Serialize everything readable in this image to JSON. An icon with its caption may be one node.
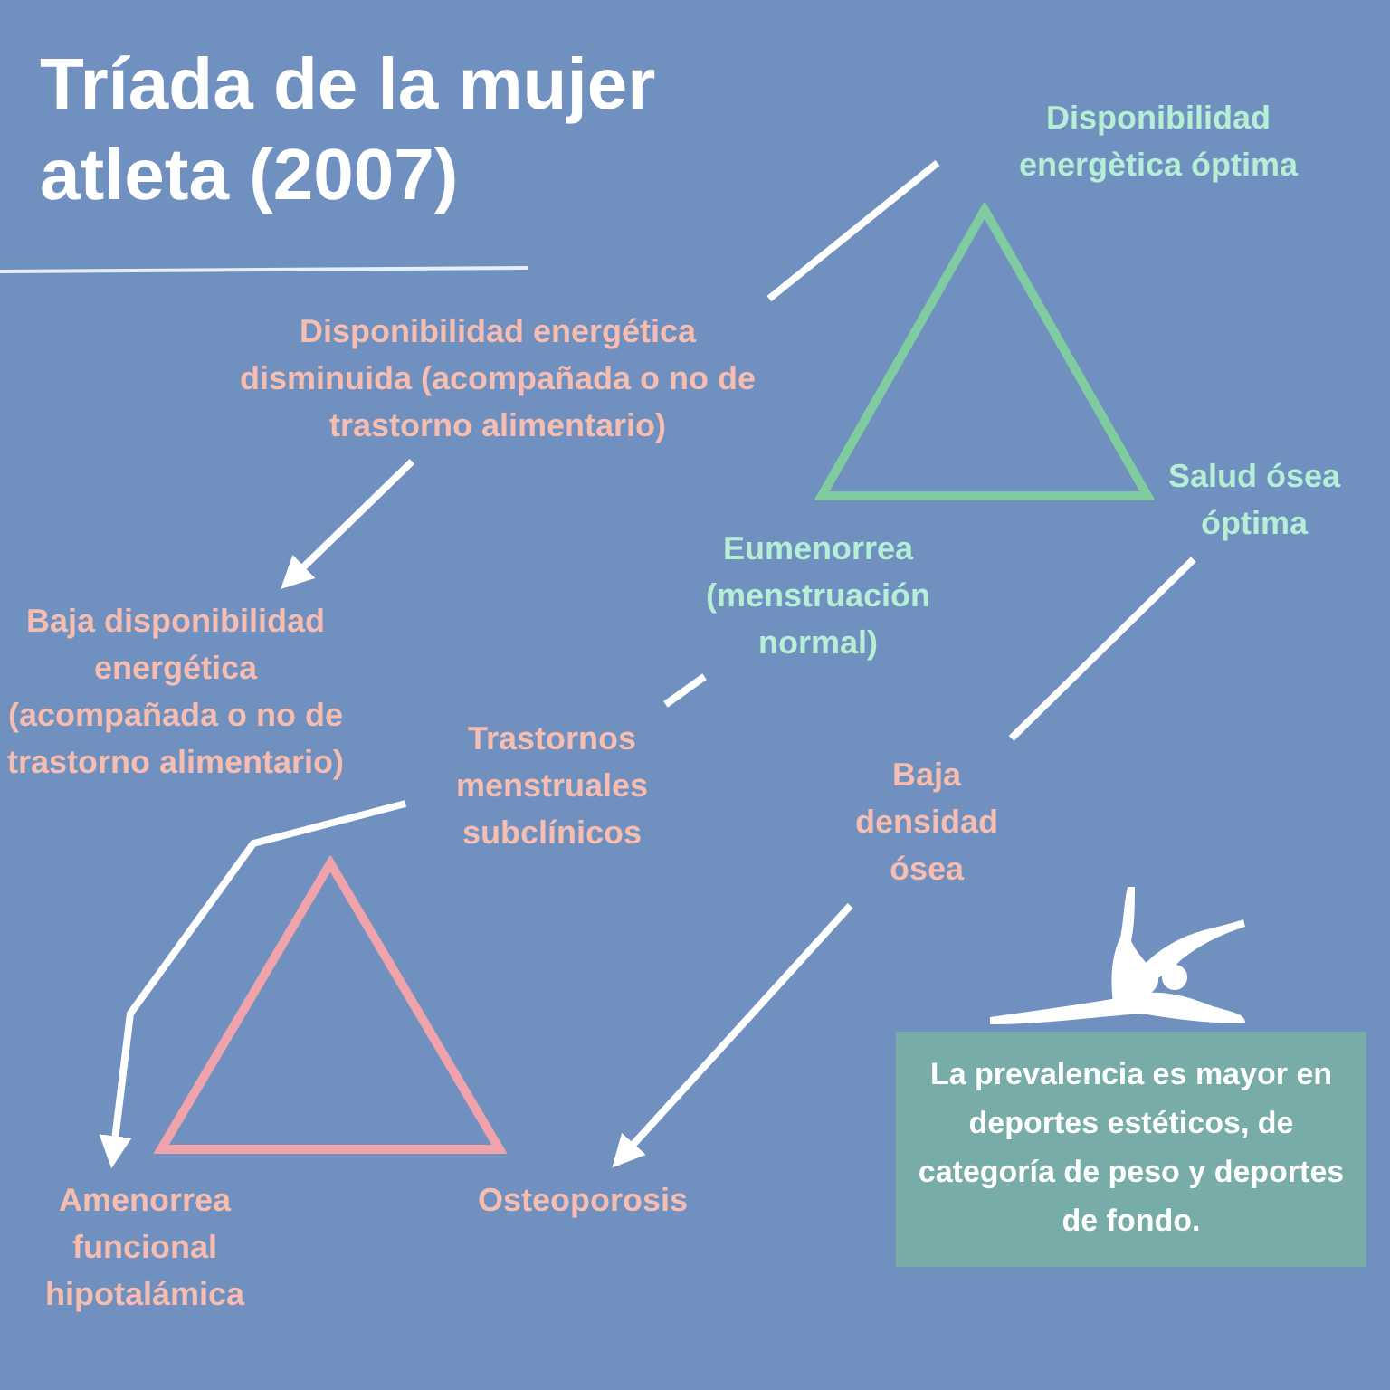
{
  "diagram": {
    "title": "Tríada de la mujer atleta (2007)",
    "nodes": [
      {
        "text": [
          "Disponibilidad energètica óptima"
        ]
      },
      {
        "text": [],
        "shape": "triangle"
      },
      {
        "text": [
          "Disponibilidad energética disminuida (acompañada o no de trastorno alimentario)"
        ]
      },
      {
        "text": [
          "Salud ósea óptima"
        ]
      },
      {
        "text": [
          "Eumenorrea (menstruación normal)"
        ]
      },
      {
        "text": [
          "Baja disponibilidad energética (acompañada o no de trastorno alimentario)"
        ]
      },
      {
        "text": [
          "Trastornos menstruales subclínicos"
        ]
      },
      {
        "text": [
          "Baja densidad ósea"
        ]
      },
      {
        "text": [],
        "shape": "triangle"
      },
      {
        "text": [],
        "shape": "picture"
      },
      {
        "text": [
          "La prevalencia es mayor en deportes estéticos, de categoría de peso y deportes de fondo."
        ]
      },
      {
        "text": [
          "Amenorrea funcional hipotalámica"
        ]
      },
      {
        "text": [
          "Osteoporosis"
        ]
      }
    ],
    "edges": [
      {
        "from": 0,
        "to": 2,
        "arrow": "none"
      },
      {
        "from": 2,
        "to": 5,
        "arrow": "to"
      },
      {
        "from": 4,
        "to": 6,
        "arrow": "none"
      },
      {
        "from": 6,
        "to": 11,
        "arrow": "to"
      },
      {
        "from": 3,
        "to": 7,
        "arrow": "none"
      },
      {
        "from": 7,
        "to": 12,
        "arrow": "to"
      }
    ]
  }
}
